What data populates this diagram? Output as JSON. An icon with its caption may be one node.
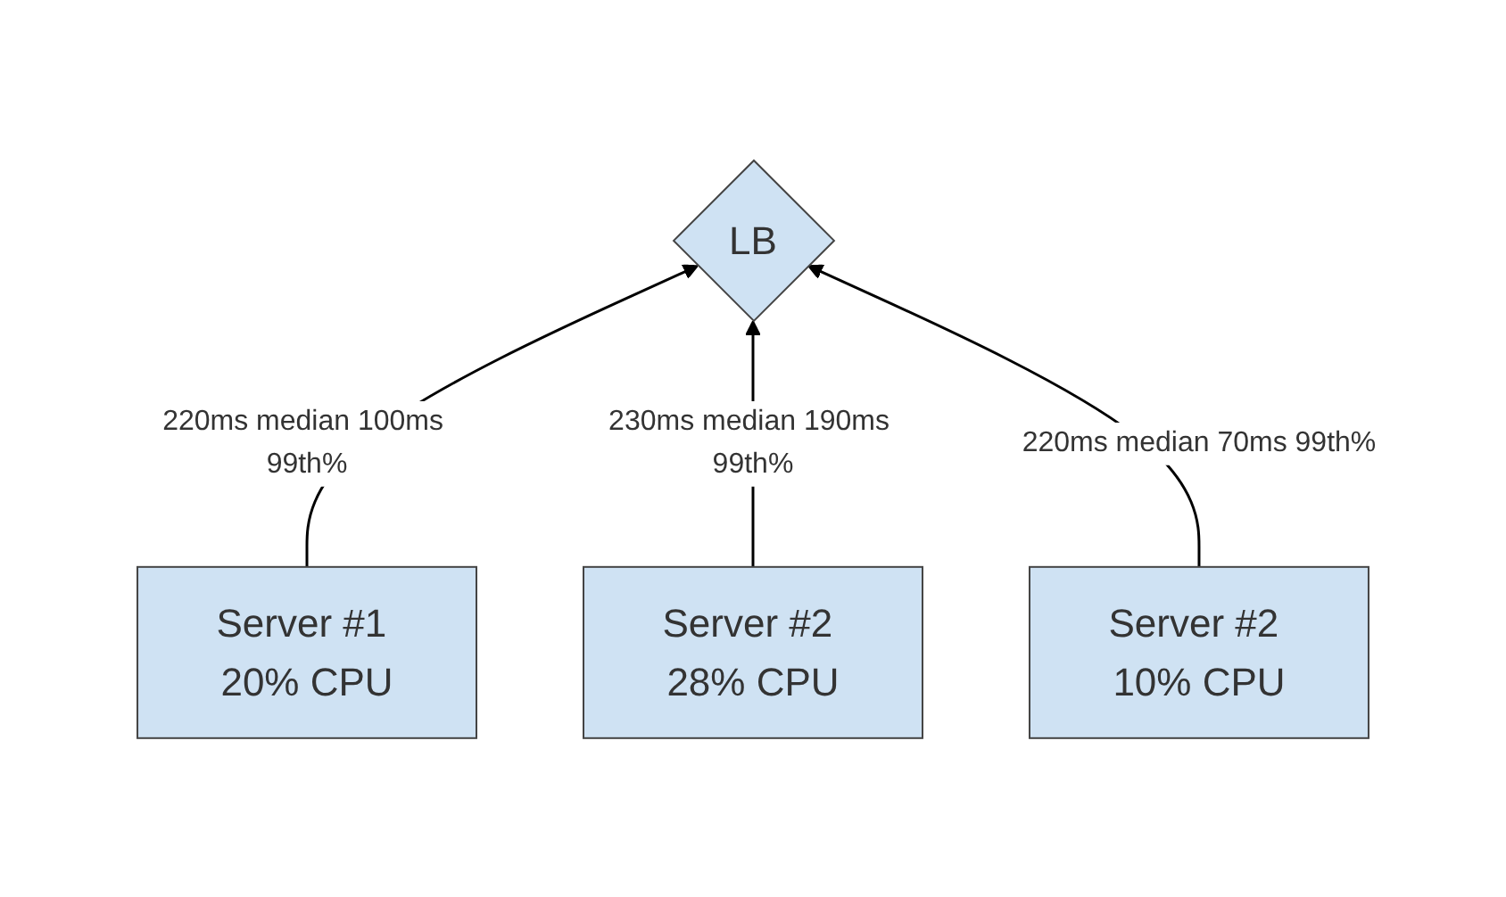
{
  "diagram": {
    "nodes": [
      {
        "text": [
          "LB"
        ]
      },
      {
        "text": [
          "Server #1 20% CPU"
        ]
      },
      {
        "text": [
          "Server #2 28% CPU"
        ]
      },
      {
        "text": [
          "Server #2 10% CPU"
        ]
      }
    ],
    "edges": [
      {
        "from": 1,
        "to": 0,
        "arrow": "to",
        "label": "220ms median 100ms 99th%"
      },
      {
        "from": 2,
        "to": 0,
        "arrow": "to",
        "label": "230ms median 190ms 99th%"
      },
      {
        "from": 3,
        "to": 0,
        "arrow": "to",
        "label": "220ms median 70ms 99th%"
      }
    ]
  }
}
